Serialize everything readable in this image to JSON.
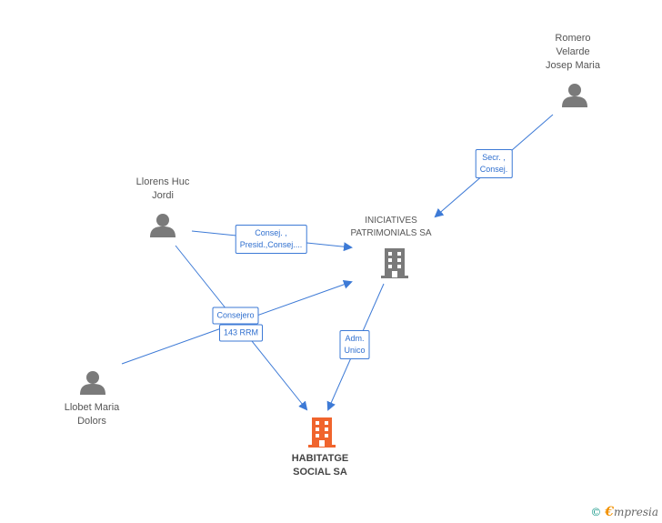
{
  "nodes": {
    "romero": {
      "label": [
        "Romero",
        "Velarde",
        "Josep Maria"
      ],
      "type": "person"
    },
    "llorens": {
      "label": [
        "Llorens Huc",
        "Jordi"
      ],
      "type": "person"
    },
    "llobet": {
      "label": [
        "Llobet Maria",
        "Dolors"
      ],
      "type": "person"
    },
    "iniciatives": {
      "label": [
        "INICIATIVES",
        "PATRIMONIALS SA"
      ],
      "type": "company"
    },
    "habitatge": {
      "label": [
        "HABITATGE",
        "SOCIAL SA"
      ],
      "type": "company-main"
    }
  },
  "edges": {
    "romero_iniciatives": [
      "Secr. ,",
      "Consej."
    ],
    "llorens_iniciatives": [
      "Consej. ,",
      "Presid.,Consej...."
    ],
    "llorens_habitatge": [
      "Consejero"
    ],
    "llobet_iniciatives": [
      "143 RRM"
    ],
    "iniciatives_habitatge": [
      "Adm.",
      "Unico"
    ]
  },
  "colors": {
    "person": "#7a7a7a",
    "company": "#7a7a7a",
    "company_main": "#f0642d",
    "edge": "#3d7ad6"
  },
  "footer": {
    "copyright": "©",
    "brand_first": "€",
    "brand_rest": "mpresia"
  }
}
